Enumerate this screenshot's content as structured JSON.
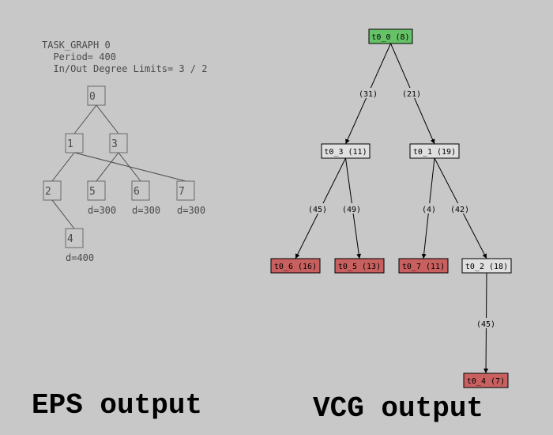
{
  "eps": {
    "header_lines": [
      "TASK_GRAPH 0",
      "  Period= 400",
      "  In/Out Degree Limits= 3 / 2"
    ],
    "nodes": [
      {
        "id": "0",
        "label": "0",
        "deadline": ""
      },
      {
        "id": "1",
        "label": "1",
        "deadline": ""
      },
      {
        "id": "3",
        "label": "3",
        "deadline": ""
      },
      {
        "id": "2",
        "label": "2",
        "deadline": ""
      },
      {
        "id": "5",
        "label": "5",
        "deadline": "d=300"
      },
      {
        "id": "6",
        "label": "6",
        "deadline": "d=300"
      },
      {
        "id": "7",
        "label": "7",
        "deadline": "d=300"
      },
      {
        "id": "4",
        "label": "4",
        "deadline": "d=400"
      }
    ],
    "edges": [
      [
        "0",
        "1"
      ],
      [
        "0",
        "3"
      ],
      [
        "1",
        "2"
      ],
      [
        "1",
        "7"
      ],
      [
        "3",
        "5"
      ],
      [
        "3",
        "6"
      ],
      [
        "2",
        "4"
      ]
    ],
    "caption": "EPS output"
  },
  "vcg": {
    "nodes": [
      {
        "id": "t0_0",
        "label": "t0_0 (8)",
        "color": "#66c266"
      },
      {
        "id": "t0_3",
        "label": "t0_3 (11)",
        "color": "#e0e0e0"
      },
      {
        "id": "t0_1",
        "label": "t0_1 (19)",
        "color": "#e0e0e0"
      },
      {
        "id": "t0_6",
        "label": "t0_6 (16)",
        "color": "#c96060"
      },
      {
        "id": "t0_5",
        "label": "t0_5 (13)",
        "color": "#c96060"
      },
      {
        "id": "t0_7",
        "label": "t0_7 (11)",
        "color": "#c96060"
      },
      {
        "id": "t0_2",
        "label": "t0_2 (18)",
        "color": "#e0e0e0"
      },
      {
        "id": "t0_4",
        "label": "t0_4 (7)",
        "color": "#c96060"
      }
    ],
    "edges": [
      {
        "from": "t0_0",
        "to": "t0_3",
        "label": "(31)"
      },
      {
        "from": "t0_0",
        "to": "t0_1",
        "label": "(21)"
      },
      {
        "from": "t0_3",
        "to": "t0_6",
        "label": "(45)"
      },
      {
        "from": "t0_3",
        "to": "t0_5",
        "label": "(49)"
      },
      {
        "from": "t0_1",
        "to": "t0_7",
        "label": "(4)"
      },
      {
        "from": "t0_1",
        "to": "t0_2",
        "label": "(42)"
      },
      {
        "from": "t0_2",
        "to": "t0_4",
        "label": "(45)"
      }
    ],
    "caption": "VCG output"
  }
}
